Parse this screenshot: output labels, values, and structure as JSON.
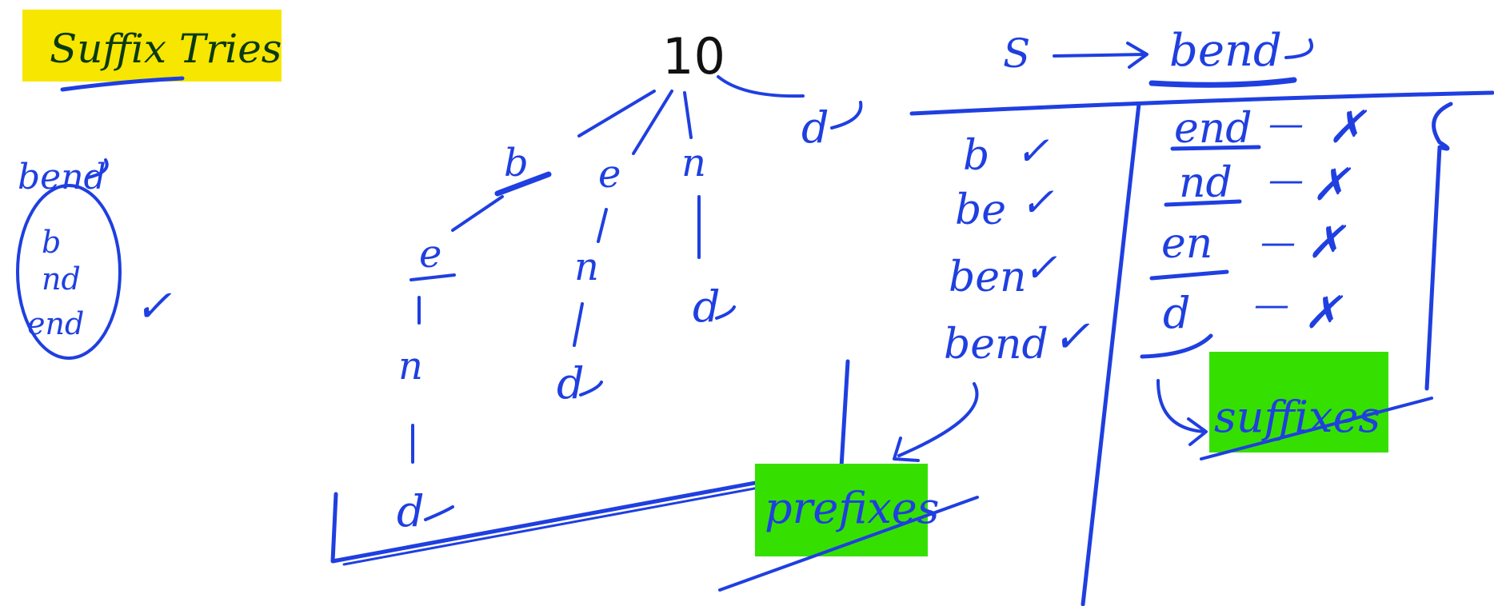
{
  "colors": {
    "ink": "#1f3fe0",
    "black": "#111111",
    "title_highlight": "#f7e600",
    "label_highlight": "#35e000",
    "title_ink": "#0a3a12"
  },
  "title": "Suffix Tries",
  "left_example": {
    "word": "bend",
    "items": [
      "b",
      "nd",
      "end"
    ],
    "check": "✓"
  },
  "trie": {
    "root": "10",
    "level1": [
      "b",
      "e",
      "n",
      "d"
    ],
    "branch_b": [
      "e",
      "n",
      "d"
    ],
    "branch_e": [
      "n",
      "d"
    ],
    "branch_n": [
      "d"
    ]
  },
  "header": {
    "s": "S",
    "word": "bend"
  },
  "prefixes": {
    "items": [
      "b",
      "be",
      "ben",
      "bend"
    ],
    "check": "✓",
    "label": "prefixes"
  },
  "suffixes": {
    "items": [
      "end",
      "nd",
      "en",
      "d"
    ],
    "dash": "—",
    "mark": "✗",
    "label": "suffixes"
  }
}
